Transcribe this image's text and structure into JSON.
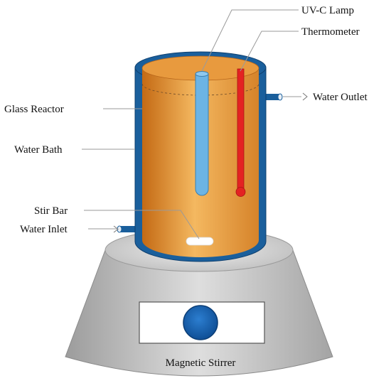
{
  "labels": {
    "uv_lamp": "UV-C Lamp",
    "thermometer": "Thermometer",
    "glass_reactor": "Glass Reactor",
    "water_outlet": "Water Outlet",
    "water_bath": "Water Bath",
    "stir_bar": "Stir Bar",
    "water_inlet": "Water Inlet",
    "magnetic_stirrer": "Magnetic Stirrer"
  },
  "colors": {
    "bath_outer": "#1a5f9c",
    "reactor_light": "#f2b35a",
    "reactor_dark": "#c9741c",
    "lamp": "#6cb4e4",
    "thermometer": "#e42222",
    "stirrer_body": "#bdbdbd",
    "stirrer_top": "#d9d9d9",
    "knob": "#1560b0"
  }
}
